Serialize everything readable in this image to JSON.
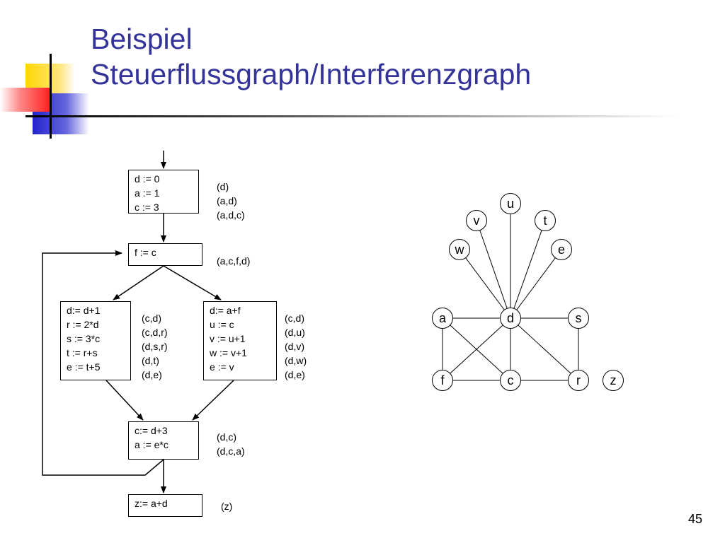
{
  "slide": {
    "title_line1": "Beispiel",
    "title_line2": "Steuerflussgraph/Interferenzgraph",
    "page_number": "45"
  },
  "cfg": {
    "blocks": [
      {
        "id": "b1",
        "lines": [
          "d := 0",
          "a := 1",
          "c := 3"
        ]
      },
      {
        "id": "b2",
        "lines": [
          "f := c"
        ]
      },
      {
        "id": "b3",
        "lines": [
          "d:= d+1",
          "r := 2*d",
          "s := 3*c",
          "t := r+s",
          "e := t+5"
        ]
      },
      {
        "id": "b4",
        "lines": [
          "d:= a+f",
          "u := c",
          "v := u+1",
          "w := v+1",
          "e := v"
        ]
      },
      {
        "id": "b5",
        "lines": [
          "c:= d+3",
          "a := e*c"
        ]
      },
      {
        "id": "b6",
        "lines": [
          "z:= a+d"
        ]
      }
    ],
    "annotations": {
      "b1": [
        "(d)",
        "(a,d)",
        "(a,d,c)"
      ],
      "b2": [
        "(a,c,f,d)"
      ],
      "b3": [
        "(c,d)",
        "(c,d,r)",
        "(d,s,r)",
        "(d,t)",
        "(d,e)"
      ],
      "b4": [
        "(c,d)",
        "(d,u)",
        "(d,v)",
        "(d,w)",
        "(d,e)"
      ],
      "b5": [
        "(d,c)",
        "(d,c,a)"
      ],
      "b6": [
        "(z)"
      ]
    }
  },
  "interference": {
    "nodes": {
      "u": "u",
      "v": "v",
      "t": "t",
      "w": "w",
      "e": "e",
      "a": "a",
      "d": "d",
      "s": "s",
      "f": "f",
      "c": "c",
      "r": "r",
      "z": "z"
    },
    "edges": [
      [
        "d",
        "u"
      ],
      [
        "d",
        "v"
      ],
      [
        "d",
        "t"
      ],
      [
        "d",
        "w"
      ],
      [
        "d",
        "e"
      ],
      [
        "a",
        "d"
      ],
      [
        "d",
        "s"
      ],
      [
        "a",
        "f"
      ],
      [
        "a",
        "c"
      ],
      [
        "d",
        "f"
      ],
      [
        "d",
        "c"
      ],
      [
        "d",
        "r"
      ],
      [
        "s",
        "r"
      ],
      [
        "f",
        "c"
      ],
      [
        "c",
        "r"
      ]
    ]
  }
}
